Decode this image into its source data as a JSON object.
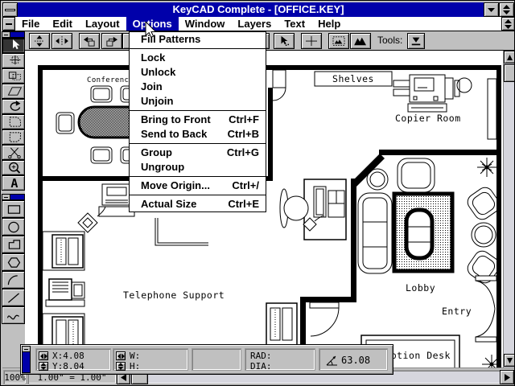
{
  "window": {
    "title": "KeyCAD Complete - [OFFICE.KEY]",
    "controls": [
      "window-menu",
      "minimize",
      "restore",
      "document-window-menu",
      "document-restore"
    ]
  },
  "menubar": {
    "items": [
      {
        "label": "File",
        "selected": false
      },
      {
        "label": "Edit",
        "selected": false
      },
      {
        "label": "Layout",
        "selected": false
      },
      {
        "label": "Options",
        "selected": true
      },
      {
        "label": "Window",
        "selected": false
      },
      {
        "label": "Layers",
        "selected": false
      },
      {
        "label": "Text",
        "selected": false
      },
      {
        "label": "Help",
        "selected": false
      }
    ]
  },
  "options_menu": {
    "items": [
      {
        "label": "Fill Patterns",
        "shortcut": ""
      },
      {
        "separator": true
      },
      {
        "label": "Lock",
        "shortcut": ""
      },
      {
        "label": "Unlock",
        "shortcut": ""
      },
      {
        "label": "Join",
        "shortcut": ""
      },
      {
        "label": "Unjoin",
        "shortcut": ""
      },
      {
        "separator": true
      },
      {
        "label": "Bring to Front",
        "shortcut": "Ctrl+F"
      },
      {
        "label": "Send to Back",
        "shortcut": "Ctrl+B"
      },
      {
        "separator": true
      },
      {
        "label": "Group",
        "shortcut": "Ctrl+G"
      },
      {
        "label": "Ungroup",
        "shortcut": ""
      },
      {
        "separator": true
      },
      {
        "label": "Move Origin...",
        "shortcut": "Ctrl+/"
      },
      {
        "separator": true
      },
      {
        "label": "Actual Size",
        "shortcut": "Ctrl+E"
      }
    ]
  },
  "toolbar": {
    "tools_label": "Tools:",
    "buttons": [
      "flip-vertical",
      "flip-horizontal",
      "rotate-left",
      "rotate-right",
      "lock",
      "unlock",
      "select-pointer",
      "crosshair",
      "image-frame",
      "image"
    ],
    "dropdown_icon": "tools-dropdown"
  },
  "toolbox": {
    "group1": [
      "pointer",
      "precision-select",
      "marquee",
      "parallelogram",
      "rotate",
      "page-outline",
      "page-outline-alt",
      "scissors",
      "zoom",
      "text"
    ],
    "group1_selected": "pointer",
    "group2": [
      "rectangle",
      "ellipse",
      "polygon",
      "hexagon",
      "arc",
      "line",
      "curve"
    ]
  },
  "canvas": {
    "labels": {
      "conference": "Conference",
      "shelves": "Shelves",
      "copier_room": "Copier Room",
      "telephone_support": "Telephone Support",
      "lobby": "Lobby",
      "entry": "Entry",
      "reception_desk": "Reception Desk"
    }
  },
  "status_panel": {
    "x": {
      "label": "X:",
      "value": "4.08"
    },
    "y": {
      "label": "Y:",
      "value": "8.04"
    },
    "w": {
      "label": "W:",
      "value": ""
    },
    "h": {
      "label": "H:",
      "value": ""
    },
    "rad": {
      "label": "RAD:",
      "value": ""
    },
    "dia": {
      "label": "DIA:",
      "value": ""
    },
    "angle": {
      "value": "63.08"
    }
  },
  "bottom_bar": {
    "zoom_level": "100%",
    "scale": "1.00\" = 1.00\""
  },
  "colors": {
    "titlebar": "#0000AA",
    "highlight": "#0000AA",
    "chrome": "#C0C0C0",
    "canvas": "#FFFFFF"
  }
}
